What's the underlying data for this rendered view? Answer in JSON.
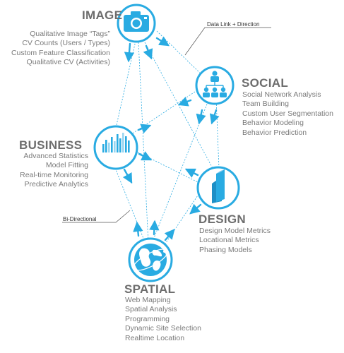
{
  "colors": {
    "accent": "#29abe2",
    "heading": "#6d6d6d",
    "text": "#7a7a7a"
  },
  "nodes": {
    "image": {
      "title": "IMAGE",
      "icon": "camera-icon",
      "items": [
        "Qualitative Image “Tags”",
        "CV Counts (Users / Types)",
        "Custom Feature Classification",
        "Qualitative CV (Activities)"
      ]
    },
    "social": {
      "title": "SOCIAL",
      "icon": "people-hierarchy-icon",
      "items": [
        "Social Network Analysis",
        "Team Building",
        "Custom User Segmentation",
        "Behavior Modeling",
        "Behavior Prediction"
      ]
    },
    "business": {
      "title": "BUSINESS",
      "icon": "bar-chart-icon",
      "items": [
        "Advanced Statistics",
        "Model Fitting",
        "Real-time Monitoring",
        "Predictive Analytics"
      ]
    },
    "design": {
      "title": "DESIGN",
      "icon": "building-icon",
      "items": [
        "Design Model Metrics",
        "Locational Metrics",
        "Phasing Models"
      ]
    },
    "spatial": {
      "title": "SPATIAL",
      "icon": "globe-icon",
      "items": [
        "Web Mapping",
        "Spatial Analysis",
        "Programming",
        "Dynamic Site Selection",
        "Realtime Location"
      ]
    }
  },
  "annotations": {
    "data_link": "Data Link + Direction",
    "bi_directional": "Bi-Directional"
  }
}
